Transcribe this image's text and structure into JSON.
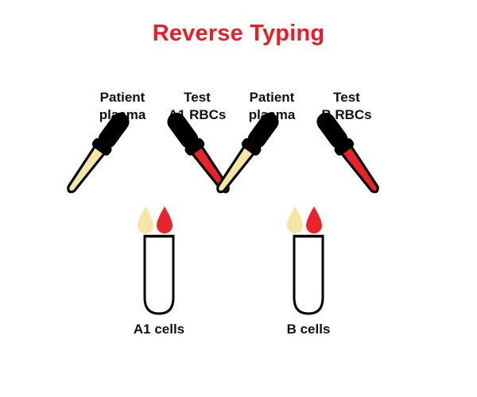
{
  "title": "Reverse Typing",
  "colors": {
    "title_red": "#ed1c24",
    "blood_red": "#e8232a",
    "plasma_yellow": "#f6e6a4",
    "dropper_bulb_black": "#000000",
    "outline_black": "#000000",
    "background": "#ffffff"
  },
  "groups": [
    {
      "id": "a1",
      "left_dropper": {
        "label_line1": "Patient",
        "label_line2": "plasma",
        "fluid": "plasma",
        "fluid_color": "#f6e6a4",
        "drop_color": "#f6e6a4"
      },
      "right_dropper": {
        "label_line1": "Test",
        "label_line2": "A1 RBCs",
        "fluid": "rbc",
        "fluid_color": "#e8232a",
        "drop_color": "#e8232a"
      },
      "tube_label": "A1 cells"
    },
    {
      "id": "b",
      "left_dropper": {
        "label_line1": "Patient",
        "label_line2": "plasma",
        "fluid": "plasma",
        "fluid_color": "#f6e6a4",
        "drop_color": "#f6e6a4"
      },
      "right_dropper": {
        "label_line1": "Test",
        "label_line2": "B RBCs",
        "fluid": "rbc",
        "fluid_color": "#e8232a",
        "drop_color": "#e8232a"
      },
      "tube_label": "B cells"
    }
  ]
}
